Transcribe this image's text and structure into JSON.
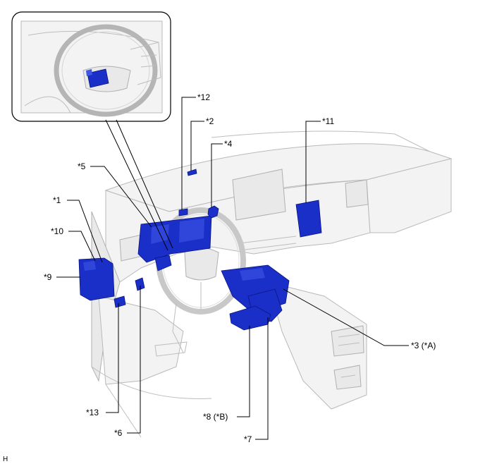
{
  "labels": {
    "l1": "*1",
    "l2": "*2",
    "l3": "*3 (*A)",
    "l4": "*4",
    "l5": "*5",
    "l6": "*6",
    "l7": "*7",
    "l8": "*8 (*B)",
    "l9": "*9",
    "l10": "*10",
    "l11": "*11",
    "l12": "*12",
    "l13": "*13"
  },
  "corner_mark": "H",
  "colors": {
    "highlight": "#1a2fc8",
    "outline": "#b9b9b9"
  }
}
